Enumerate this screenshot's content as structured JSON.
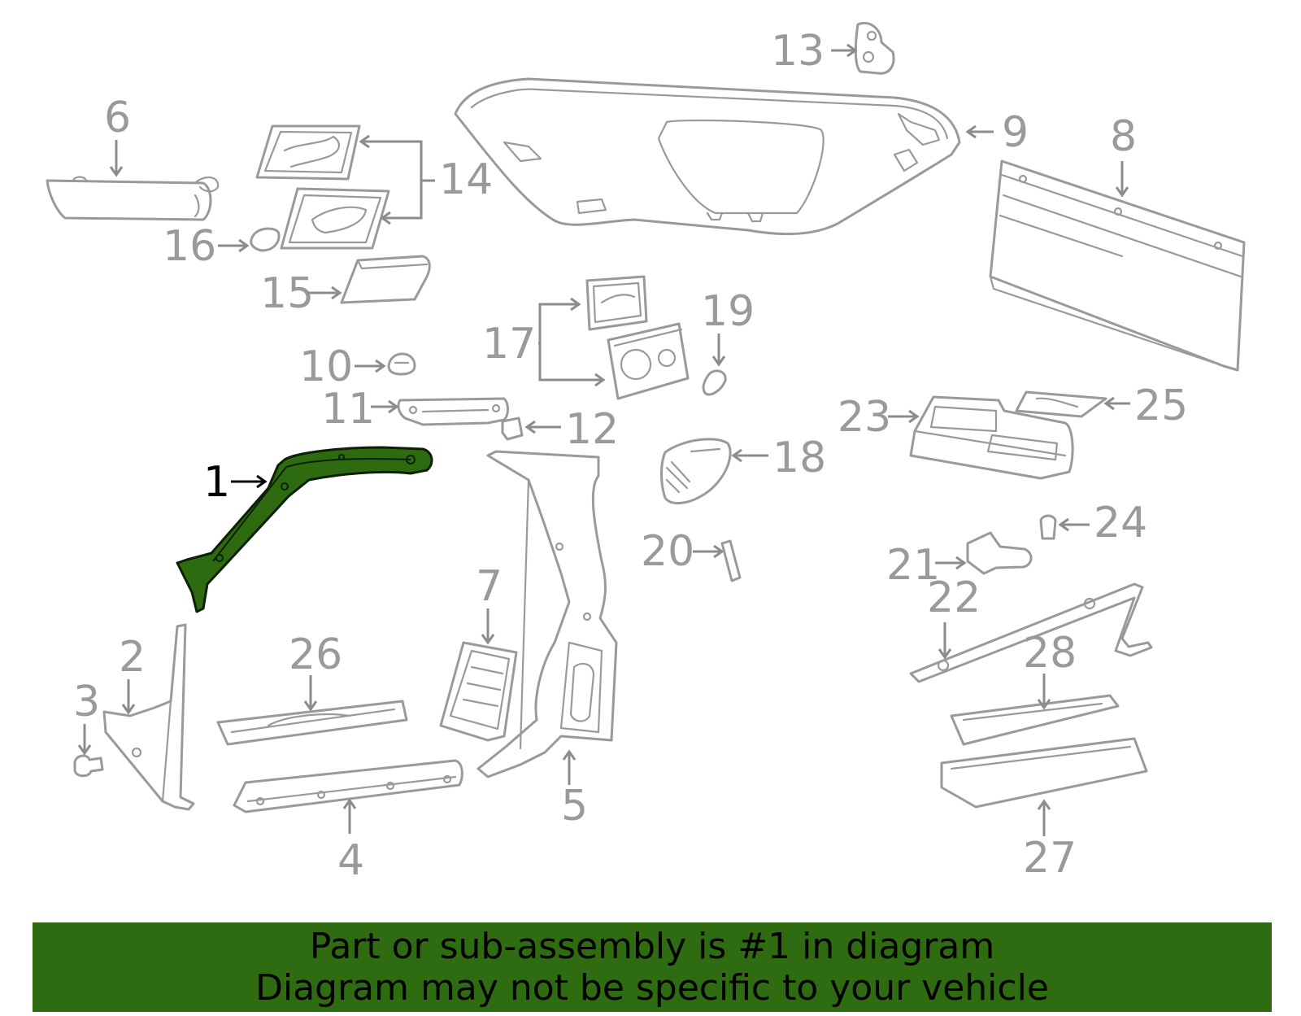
{
  "callouts": {
    "c1": "1",
    "c2": "2",
    "c3": "3",
    "c4": "4",
    "c5": "5",
    "c6": "6",
    "c7": "7",
    "c8": "8",
    "c9": "9",
    "c10": "10",
    "c11": "11",
    "c12": "12",
    "c13": "13",
    "c14": "14",
    "c15": "15",
    "c16": "16",
    "c17": "17",
    "c18": "18",
    "c19": "19",
    "c20": "20",
    "c21": "21",
    "c22": "22",
    "c23": "23",
    "c24": "24",
    "c25": "25",
    "c26": "26",
    "c27": "27",
    "c28": "28"
  },
  "highlighted_part": "1",
  "colors": {
    "highlight": "#2d6a10",
    "banner": "#2f6b10",
    "part_stroke": "#9a9a9a"
  },
  "banner": {
    "line1": "Part or sub-assembly is #1 in diagram",
    "line2": "Diagram may not be specific to your vehicle"
  }
}
